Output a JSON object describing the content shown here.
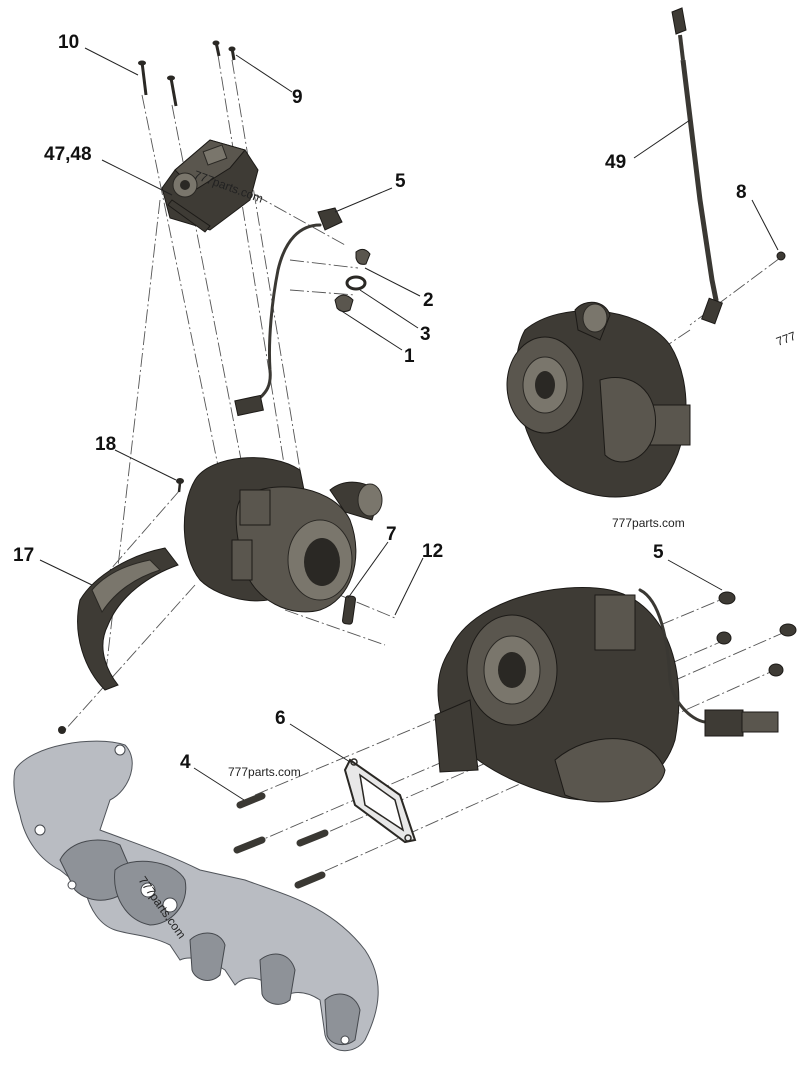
{
  "callouts": {
    "c10": "10",
    "c9": "9",
    "c4748": "47,48",
    "c5a": "5",
    "c2": "2",
    "c3": "3",
    "c1": "1",
    "c18": "18",
    "c17": "17",
    "c7": "7",
    "c12": "12",
    "c5b": "5",
    "c6": "6",
    "c4": "4",
    "c49": "49",
    "c8": "8"
  },
  "watermarks": {
    "actuator": "777parts.com",
    "turbo_right": "777parts.com",
    "gasket": "777parts.com",
    "manifold": "777parts.com",
    "edge": "777"
  },
  "colors": {
    "part_dark": "#3e3b35",
    "manifold_metal": "#b9bcc2",
    "text": "#111111"
  }
}
